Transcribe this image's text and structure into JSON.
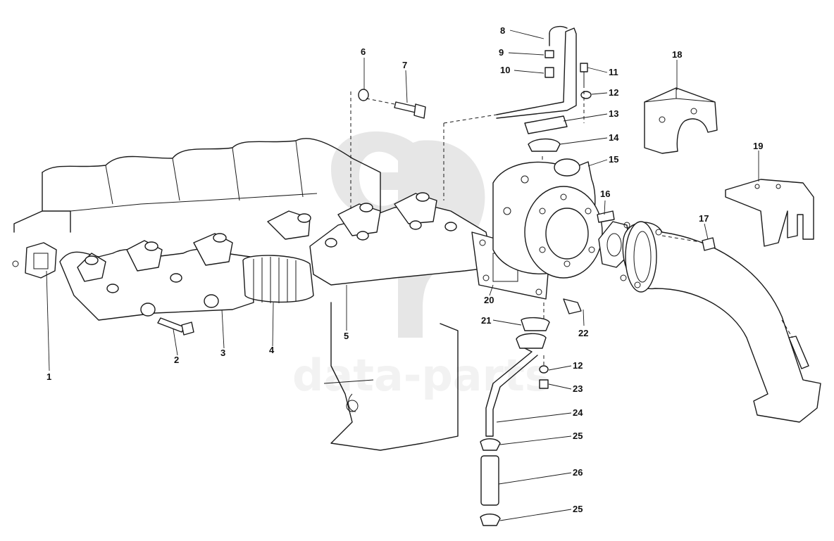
{
  "diagram": {
    "callouts": [
      "1",
      "2",
      "3",
      "4",
      "5",
      "6",
      "7",
      "8",
      "9",
      "10",
      "11",
      "12",
      "13",
      "14",
      "15",
      "16",
      "17",
      "18",
      "19",
      "20",
      "21",
      "22",
      "12",
      "23",
      "24",
      "25",
      "26",
      "25"
    ]
  },
  "watermark": {
    "text": "data-parts",
    "color": "#c9c9c9"
  }
}
